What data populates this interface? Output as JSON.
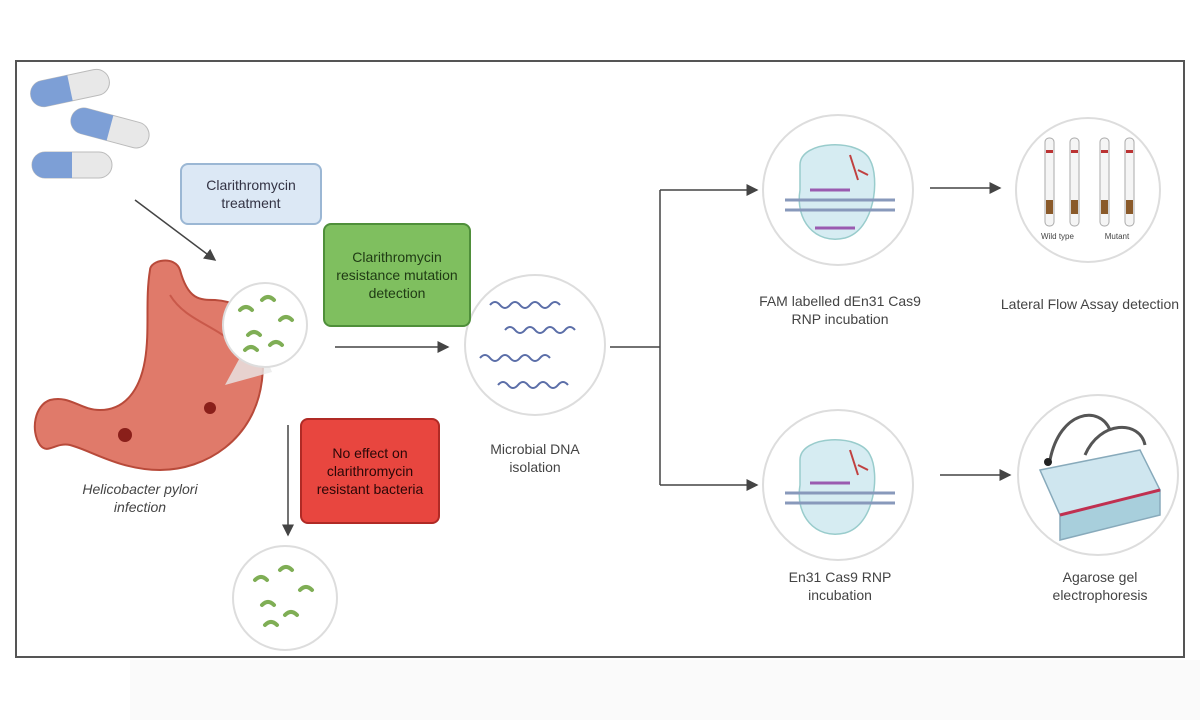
{
  "boxes": {
    "treatment": "Clarithromycin treatment",
    "detection": "Clarithromycin resistance mutation detection",
    "no_effect": "No effect on clarithromycin resistant bacteria"
  },
  "labels": {
    "infection": "Helicobacter pylori infection",
    "dna_isolation": "Microbial DNA isolation",
    "fam_incubation": "FAM labelled dEn31 Cas9 RNP incubation",
    "lfa_detection": "Lateral Flow Assay detection",
    "en31_incubation": "En31 Cas9 RNP incubation",
    "gel": "Agarose gel electrophoresis",
    "strip_wildtype": "Wild type",
    "strip_mutant": "Mutant"
  },
  "colors": {
    "stomach": "#e07a6a",
    "stomach_dark": "#b84a3a",
    "bacteria": "#7fae55",
    "pill_blue": "#7d9fd6",
    "pill_white": "#e8e8e8",
    "arrow": "#444444",
    "green_box": "#7fbf5f",
    "red_box": "#e8463f",
    "blue_box": "#dce8f5"
  },
  "icons": [
    "pill-icon",
    "stomach-icon",
    "bacteria-icon",
    "dna-icon",
    "cas9-rnp-icon",
    "lateral-flow-strip-icon",
    "gel-electrophoresis-icon"
  ]
}
